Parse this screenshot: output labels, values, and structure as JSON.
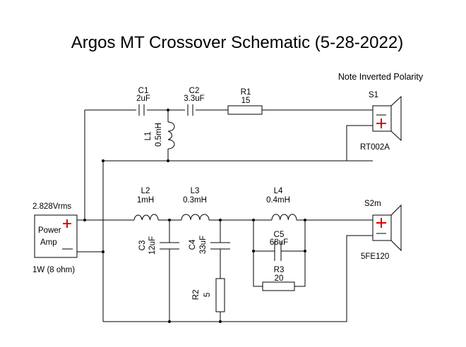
{
  "title": "Argos MT Crossover Schematic (5-28-2022)",
  "note": "Note Inverted Polarity",
  "source": {
    "voltage": "2.828Vrms",
    "label_line1": "Power",
    "label_line2": "Amp",
    "power": "1W (8 ohm)",
    "plus": "+",
    "minus": "−"
  },
  "tweeter_branch": {
    "c1": {
      "name": "C1",
      "value": "2uF"
    },
    "c2": {
      "name": "C2",
      "value": "3.3uF"
    },
    "r1": {
      "name": "R1",
      "value": "15"
    },
    "l1": {
      "name": "L1",
      "value": "0.5mH"
    },
    "speaker": {
      "name": "S1",
      "model": "RT002A",
      "plus": "+",
      "minus": "−"
    }
  },
  "mid_branch": {
    "l2": {
      "name": "L2",
      "value": "1mH"
    },
    "l3": {
      "name": "L3",
      "value": "0.3mH"
    },
    "l4": {
      "name": "L4",
      "value": "0.4mH"
    },
    "c3": {
      "name": "C3",
      "value": "12uF"
    },
    "c4": {
      "name": "C4",
      "value": "33uF"
    },
    "c5": {
      "name": "C5",
      "value": "68uF"
    },
    "r2": {
      "name": "R2",
      "value": "5"
    },
    "r3": {
      "name": "R3",
      "value": "20"
    },
    "speaker": {
      "name": "S2m",
      "model": "5FE120",
      "plus": "+",
      "minus": "−"
    }
  },
  "colors": {
    "wire": "#000000",
    "polarity": "#e00000"
  }
}
